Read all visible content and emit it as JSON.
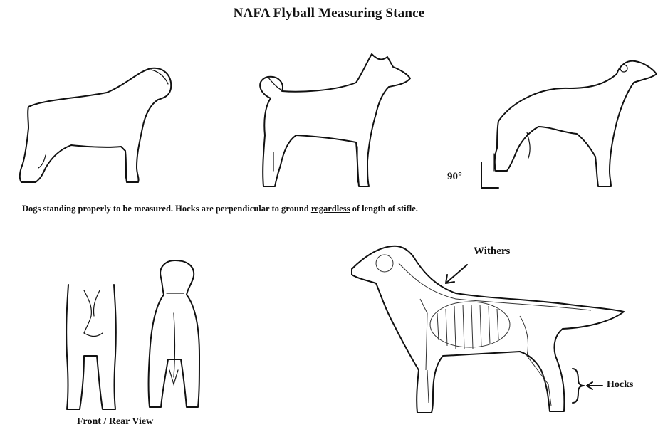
{
  "title": "NAFA Flyball Measuring Stance",
  "caption": {
    "before": "Dogs standing properly to be measured. Hocks are perpendicular to ground ",
    "underlined": "regardless",
    "after": " of length of stifle."
  },
  "angle_label": "90°",
  "labels": {
    "withers": "Withers",
    "hocks": "Hocks",
    "front_rear": "Front / Rear View"
  }
}
